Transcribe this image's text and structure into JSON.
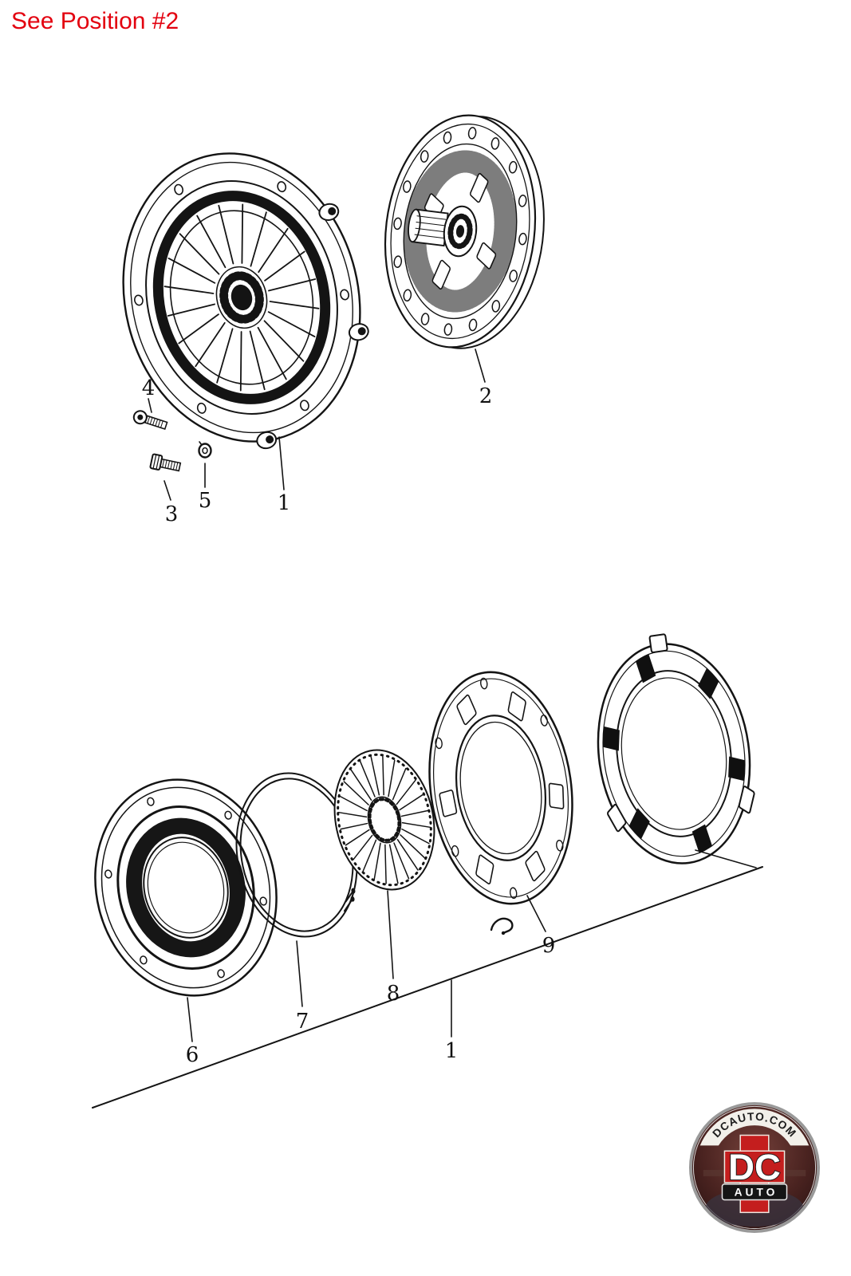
{
  "note": "See Position #2",
  "colors": {
    "note_red": "#e3000f",
    "diagram_ink": "#141414",
    "logo_red": "#c41e1e",
    "logo_banner": "#f2f0ea"
  },
  "parts": {
    "top": {
      "pressure_plate": "1",
      "clutch_disc": "2",
      "hex_bolt": "3",
      "socket_bolt": "4",
      "lock_washer": "5"
    },
    "bottom": {
      "cover_ring": "6",
      "wire_ring": "7",
      "diaphragm_spring": "8",
      "assembly": "1",
      "retainer_plate": "9"
    }
  },
  "logo": {
    "site": "DCAUTO.COM",
    "initials": "DC",
    "word": "AUTO"
  }
}
